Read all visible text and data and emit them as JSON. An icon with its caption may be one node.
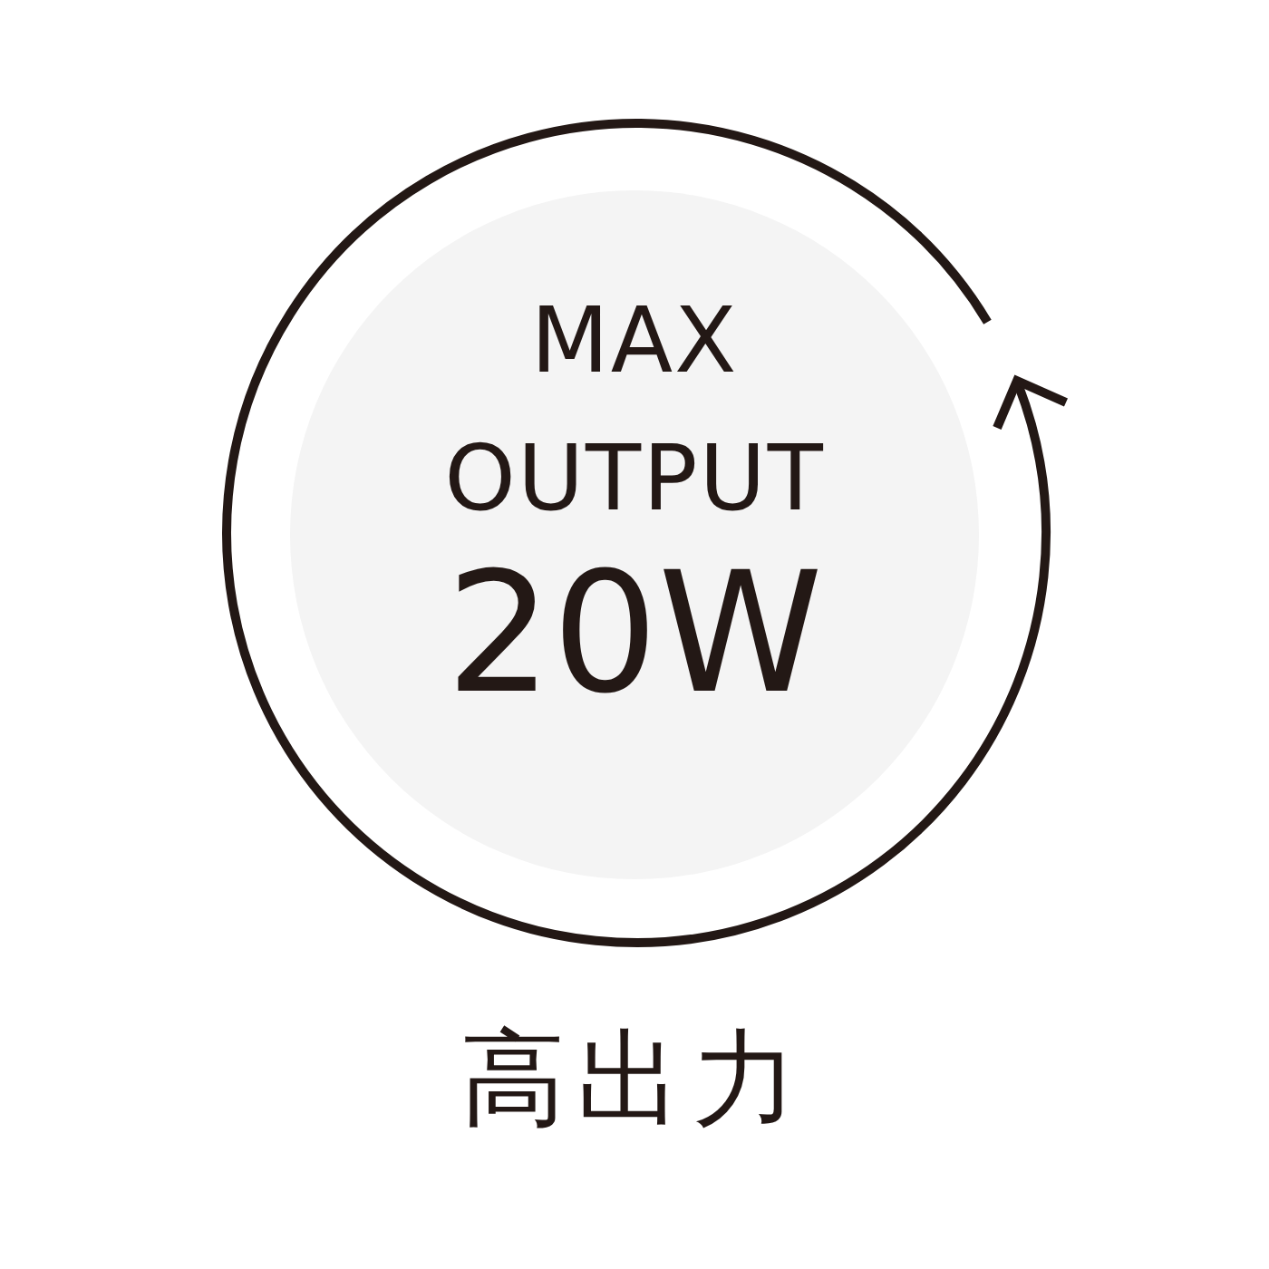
{
  "diagram": {
    "nodes": [
      {
        "text": [
          "MAX OUTPUT",
          "20W"
        ]
      }
    ],
    "labels": [
      "高出力"
    ]
  }
}
